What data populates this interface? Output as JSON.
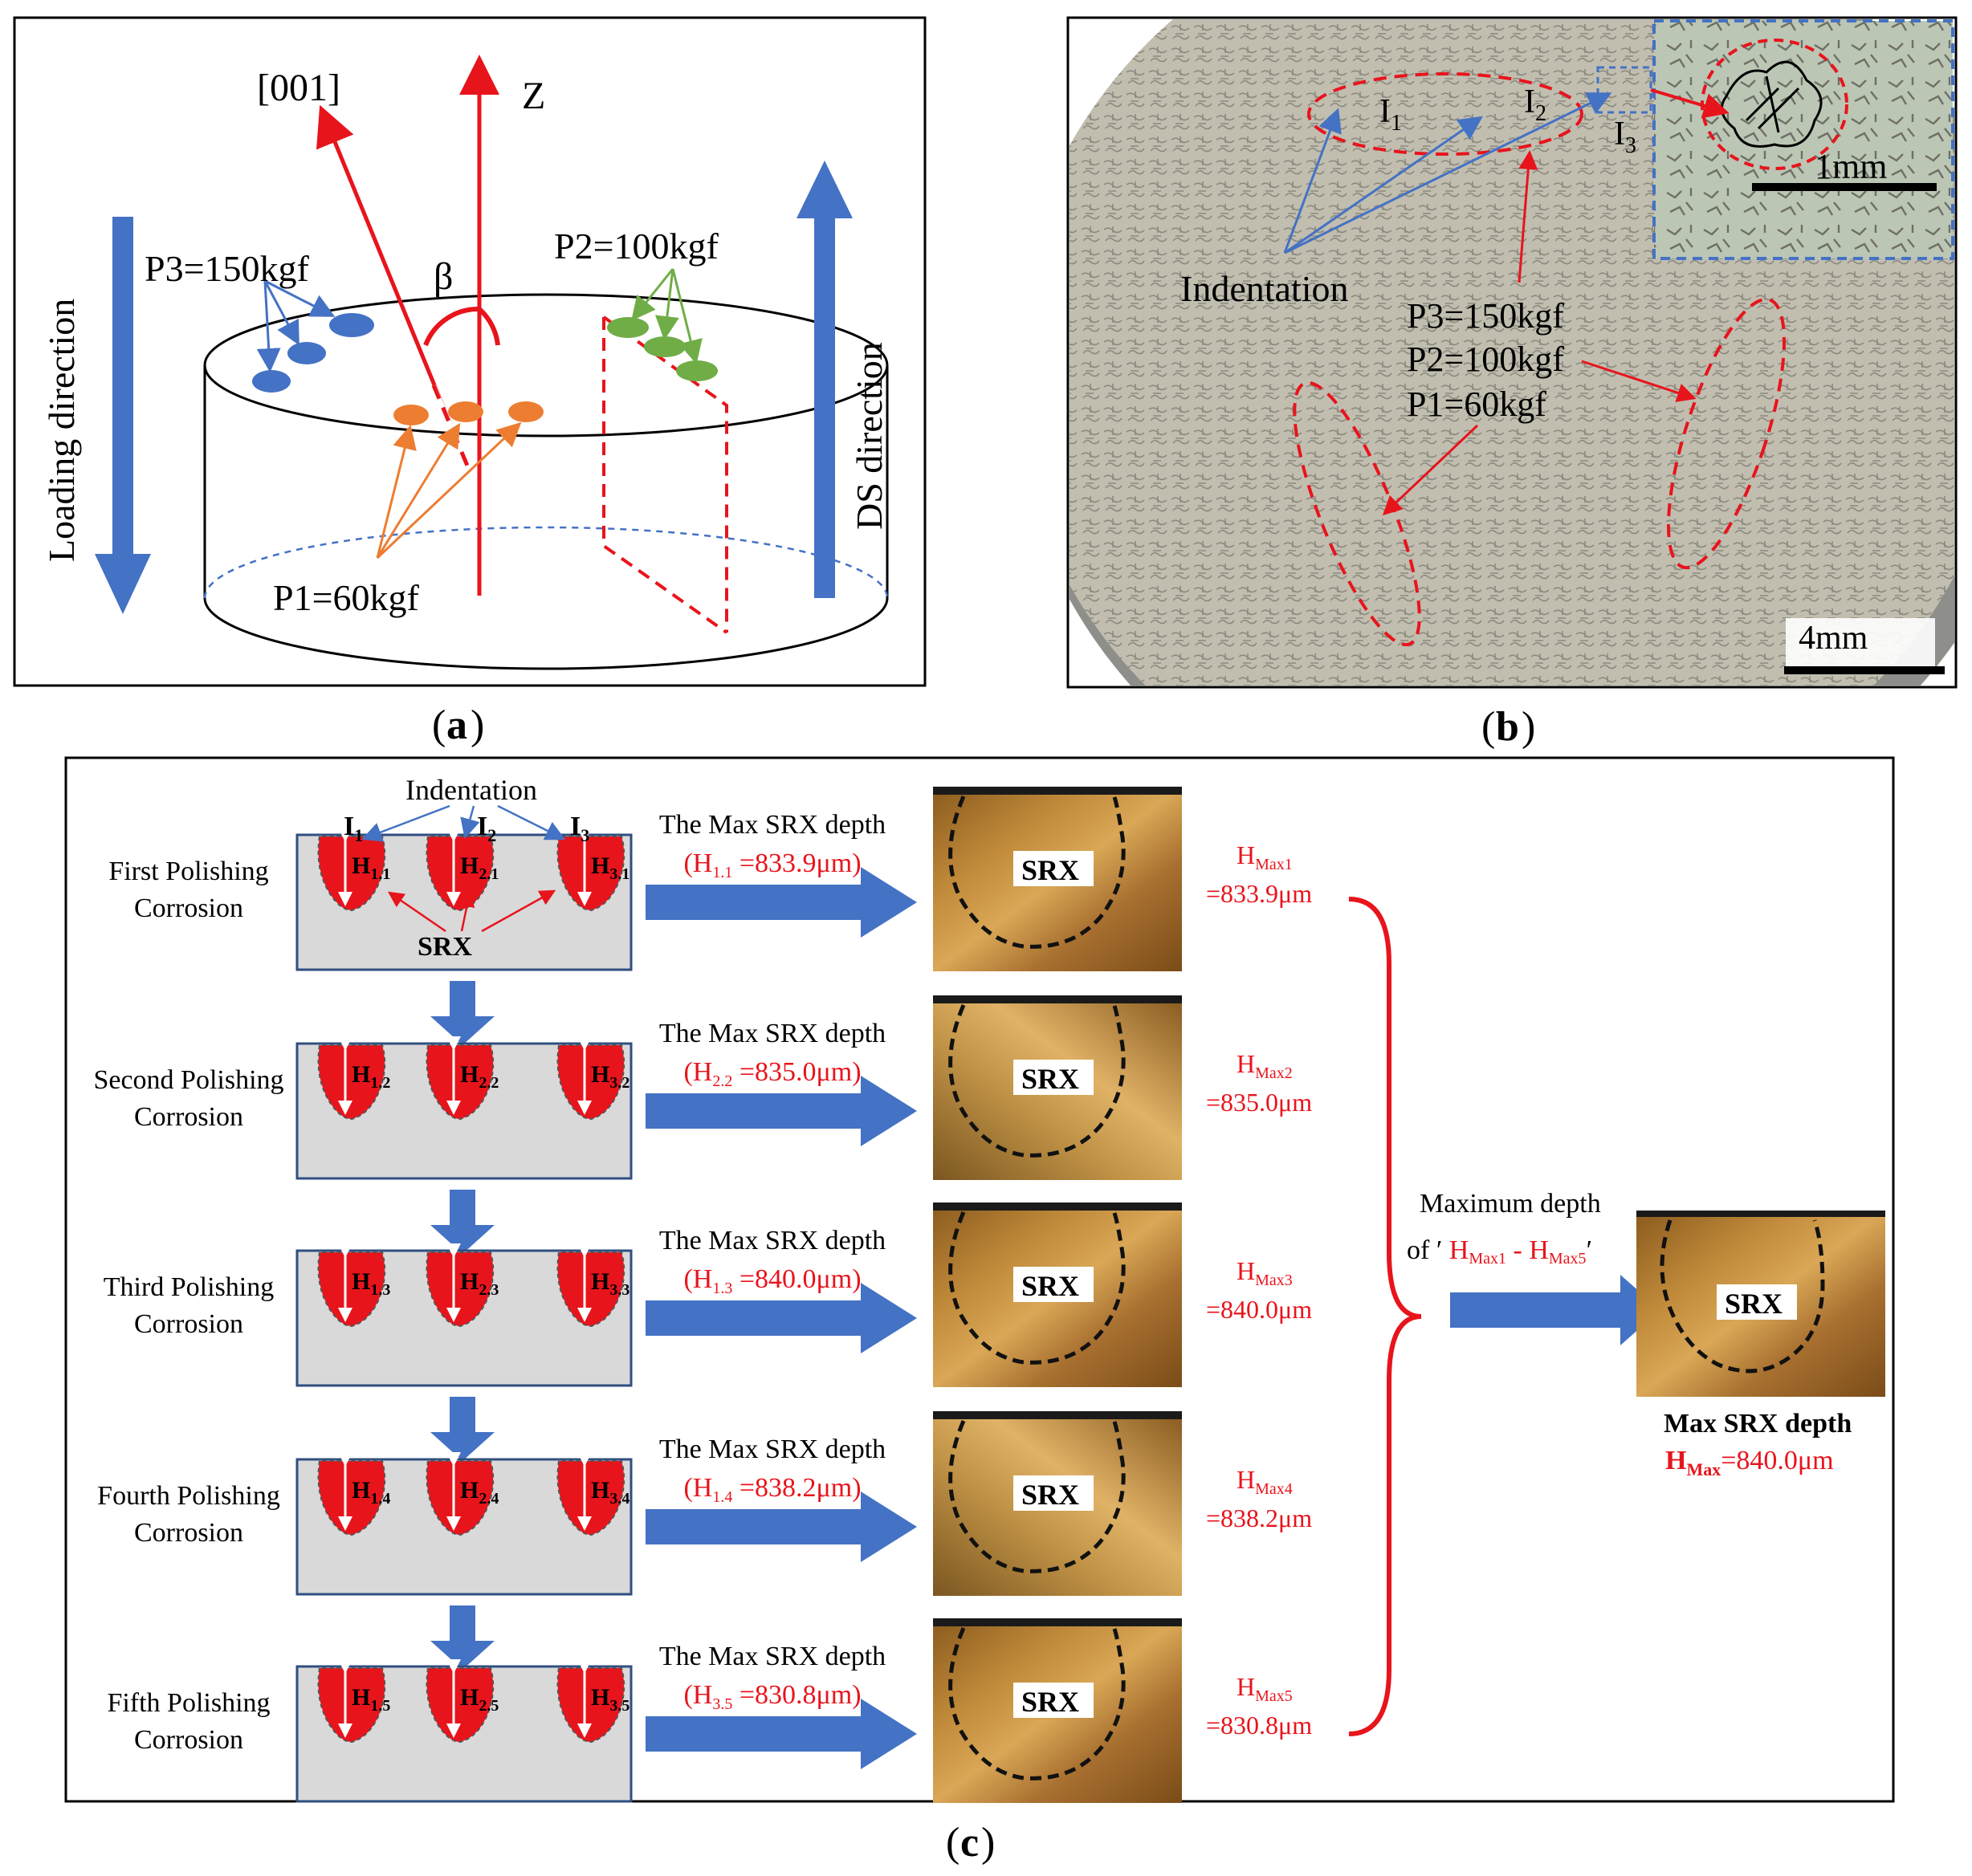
{
  "panel_a": {
    "caption_letter": "a",
    "axis_001": "[001]",
    "axis_z": "Z",
    "angle": "β",
    "p3": "P3=150kgf",
    "p2": "P2=100kgf",
    "p1": "P1=60kgf",
    "loading_direction": "Loading direction",
    "ds_direction": "DS direction"
  },
  "panel_b": {
    "caption_letter": "b",
    "i1": "I",
    "i1_sub": "1",
    "i2": "I",
    "i2_sub": "2",
    "i3": "I",
    "i3_sub": "3",
    "indentation": "Indentation",
    "p3": "P3=150kgf",
    "p2": "P2=100kgf",
    "p1": "P1=60kgf",
    "scale_inset": "1mm",
    "scale_main": "4mm"
  },
  "panel_c": {
    "caption_letter": "c",
    "indentation": "Indentation",
    "srx": "SRX",
    "max_srx_title": "The Max SRX depth",
    "stages": [
      {
        "l1": "First Polishing",
        "l2": "Corrosion",
        "h": [
          "1.1",
          "2.1",
          "3.1"
        ],
        "sel": "1.1",
        "val": "=833.9μm",
        "hm": "Max1",
        "hv": "=833.9μm"
      },
      {
        "l1": "Second Polishing",
        "l2": "Corrosion",
        "h": [
          "1.2",
          "2.2",
          "3.2"
        ],
        "sel": "2.2",
        "val": "=835.0μm",
        "hm": "Max2",
        "hv": "=835.0μm"
      },
      {
        "l1": "Third Polishing",
        "l2": "Corrosion",
        "h": [
          "1.3",
          "2.3",
          "3.3"
        ],
        "sel": "1.3",
        "val": "=840.0μm",
        "hm": "Max3",
        "hv": "=840.0μm"
      },
      {
        "l1": "Fourth Polishing",
        "l2": "Corrosion",
        "h": [
          "1.4",
          "2.4",
          "3.4"
        ],
        "sel": "1.4",
        "val": "=838.2μm",
        "hm": "Max4",
        "hv": "=838.2μm"
      },
      {
        "l1": "Fifth Polishing",
        "l2": "Corrosion",
        "h": [
          "1.5",
          "2.5",
          "3.5"
        ],
        "sel": "3.5",
        "val": "=830.8μm",
        "hm": "Max5",
        "hv": "=830.8μm"
      }
    ],
    "max_depth_l1": "Maximum depth",
    "max_depth_of": "of",
    "max_depth_range": "H_Max1 - H_Max5",
    "final_title": "Max SRX depth",
    "final_sub": "Max",
    "final_val": "=840.0μm"
  },
  "colors": {
    "red": "#e8141c",
    "blue": "#4472c4",
    "orange": "#ed7d31",
    "green": "#70ad47",
    "gray_block": "#d9d9d9",
    "micro_base": "#b07a2a"
  }
}
